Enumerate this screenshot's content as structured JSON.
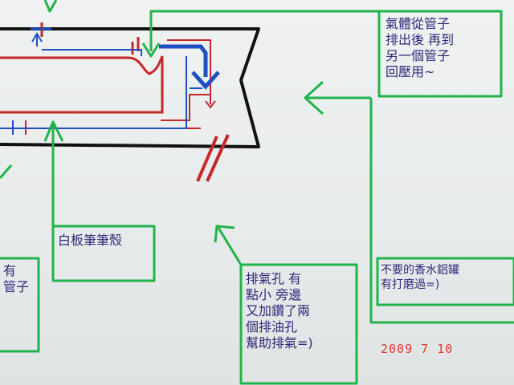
{
  "annotations": {
    "top_right_note": "氣體從管子\n排出後 再到\n另一個管子\n回壓用~",
    "whiteboard_pen_shell": "白板筆筆殼",
    "vent_hole_note": "排氣孔 有\n點小 旁邊\n又加鑽了兩\n個排油孔\n幫助排氣=)",
    "perfume_can_note": "不要的香水鋁罐\n有打磨過=)",
    "left_cropped_note": "有\n管子"
  },
  "datestamp": "2009   7 10",
  "colors": {
    "annotation_green": "#21b34a",
    "outline_black": "#111111",
    "red_line": "#c62828",
    "blue_line": "#1d4fc3",
    "text_navy": "#2a2a7a",
    "date_red": "#e13a2a"
  }
}
